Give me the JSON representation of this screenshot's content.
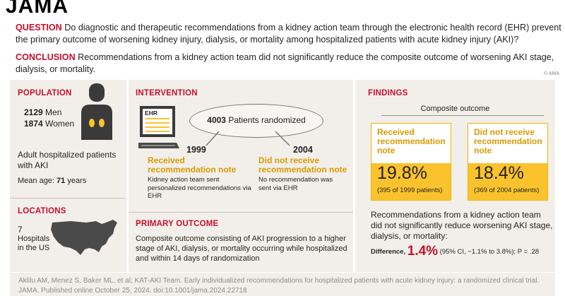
{
  "journal": "JAMA",
  "question": {
    "label": "QUESTION",
    "text": "Do diagnostic and therapeutic recommendations from a kidney action team through the electronic health record (EHR) prevent the primary outcome of worsening kidney injury, dialysis, or mortality among hospitalized patients with acute kidney injury (AKI)?"
  },
  "conclusion": {
    "label": "CONCLUSION",
    "text": "Recommendations from a kidney action team did not significantly reduce the composite outcome of worsening AKI stage, dialysis, or mortality."
  },
  "copyright": "© AMA",
  "population": {
    "title": "POPULATION",
    "men_count": "2129",
    "men_label": "Men",
    "women_count": "1874",
    "women_label": "Women",
    "description": "Adult hospitalized patients with AKI",
    "mean_age_label": "Mean age:",
    "mean_age_value": "71",
    "mean_age_unit": "years"
  },
  "locations": {
    "title": "LOCATIONS",
    "count": "7",
    "label": "Hospitals in the US"
  },
  "intervention": {
    "title": "INTERVENTION",
    "ehr_label": "EHR",
    "randomized_count": "4003",
    "randomized_label": "Patients randomized",
    "arm1": {
      "count": "1999",
      "label": "Received recommendation note",
      "description": "Kidney action team sent personalized recommendations via EHR"
    },
    "arm2": {
      "count": "2004",
      "label": "Did not receive recommendation note",
      "description": "No recommendation was sent via EHR"
    }
  },
  "primary_outcome": {
    "title": "PRIMARY OUTCOME",
    "text": "Composite outcome consisting of AKI progression to a higher stage of AKI, dialysis, or mortality occurring while hospitalized and within 14 days of randomization"
  },
  "findings": {
    "title": "FINDINGS",
    "outcome_label": "Composite outcome",
    "group1": {
      "label": "Received recommendation note",
      "percent": "19.8%",
      "count": "(395 of 1999 patients)"
    },
    "group2": {
      "label": "Did not receive recommendation note",
      "percent": "18.4%",
      "count": "(369 of 2004 patients)"
    },
    "summary": "Recommendations from a kidney action team did not significantly reduce worsening AKI stage, dialysis, or mortality:",
    "difference_label": "Difference,",
    "difference_value": "1.4%",
    "difference_detail": "(95% CI, −1.1% to 3.8%); P = .28"
  },
  "footer": {
    "citation_line1": "Aklilu AM, Menez S, Baker ML, et al; KAT-AKI Team. Early individualized recommendations for hospitalized patients with acute kidney injury: a randomized clinical trial.",
    "citation_line2": "JAMA. Published online October 25, 2024. doi:10.1001/jama.2024.22718"
  },
  "colors": {
    "accent_red": "#c8102e",
    "accent_gold": "#d99a00",
    "highlight_yellow": "#fac32d",
    "panel_bg": "#f2efea"
  }
}
